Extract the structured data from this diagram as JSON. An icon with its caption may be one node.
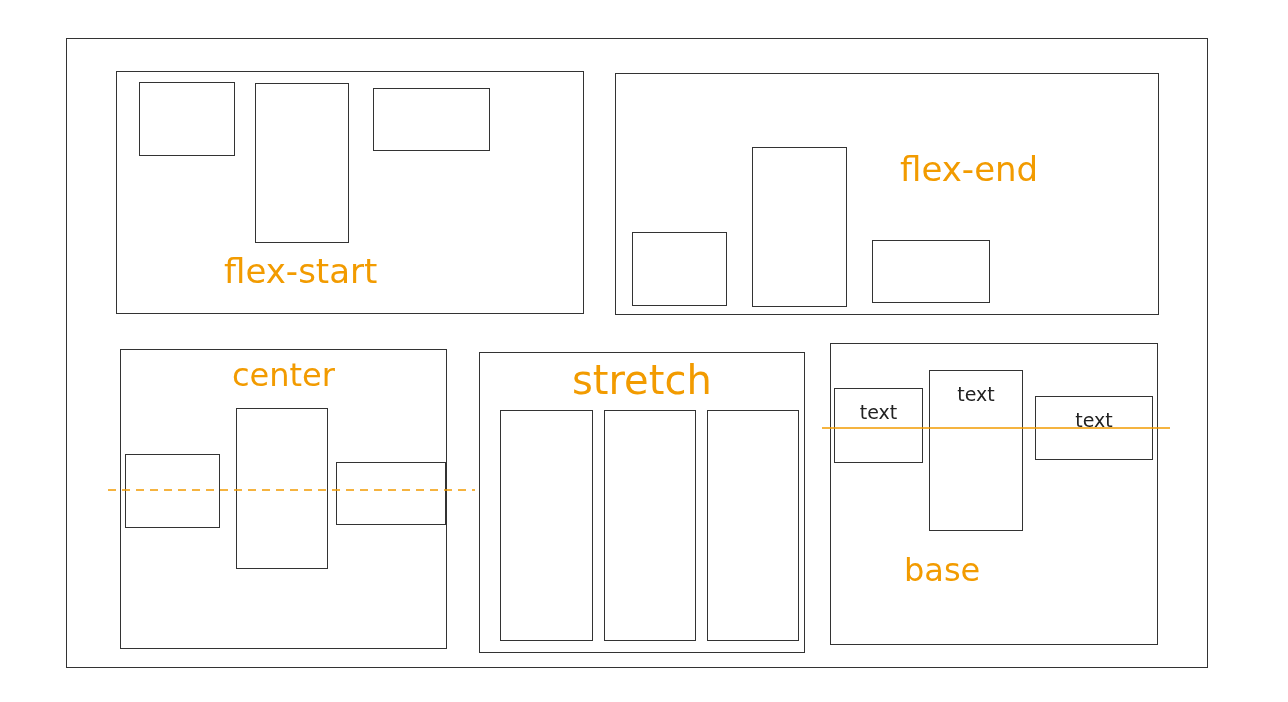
{
  "diagram": {
    "nodes": [
      {
        "text": [],
        "shape": "box"
      },
      {
        "text": [
          "flex-start"
        ],
        "in": 0
      },
      {
        "text": [],
        "shape": "box",
        "in": 1
      },
      {
        "text": [],
        "shape": "box",
        "in": 1
      },
      {
        "text": [],
        "shape": "box",
        "in": 1
      },
      {
        "text": [
          "flex-end"
        ],
        "in": 0
      },
      {
        "text": [],
        "shape": "box",
        "in": 5
      },
      {
        "text": [],
        "shape": "box",
        "in": 5
      },
      {
        "text": [],
        "shape": "box",
        "in": 5
      },
      {
        "text": [
          "center"
        ],
        "in": 0
      },
      {
        "text": [],
        "shape": "box",
        "in": 9
      },
      {
        "text": [],
        "shape": "box",
        "in": 9
      },
      {
        "text": [],
        "shape": "box",
        "in": 9
      },
      {
        "text": [
          "stretch"
        ],
        "in": 0
      },
      {
        "text": [],
        "shape": "box",
        "in": 13
      },
      {
        "text": [],
        "shape": "box",
        "in": 13
      },
      {
        "text": [],
        "shape": "box",
        "in": 13
      },
      {
        "text": [
          "base"
        ],
        "in": 0
      },
      {
        "text": [
          "text"
        ],
        "in": 17
      },
      {
        "text": [
          "text"
        ],
        "in": 17
      },
      {
        "text": [
          "text"
        ],
        "in": 17
      }
    ]
  }
}
